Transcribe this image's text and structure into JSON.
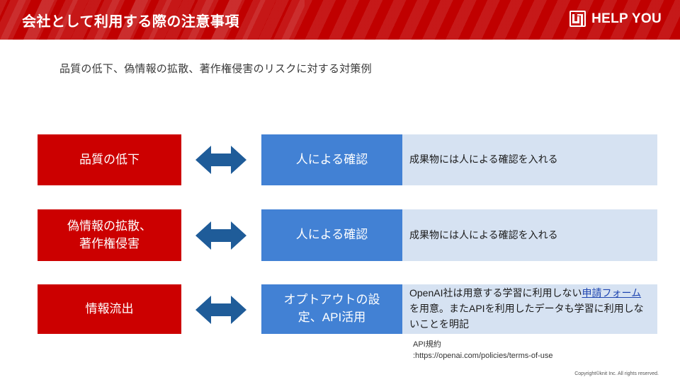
{
  "header": {
    "title": "会社として利用する際の注意事項",
    "brand": "HELP YOU",
    "logo_icon": "knit-logo-icon",
    "bg_color": "#c00000"
  },
  "subtitle": "品質の低下、偽情報の拡散、著作権侵害のリスクに対する対策例",
  "colors": {
    "risk": "#cc0000",
    "action": "#4281d4",
    "description": "#d6e2f2",
    "arrow": "#1f5c99",
    "link": "#1f45b0"
  },
  "rows": [
    {
      "risk": "品質の低下",
      "arrow_icon": "double-arrow-icon",
      "action": "人による確認",
      "description": "成果物には人による確認を入れる"
    },
    {
      "risk_line1": "偽情報の拡散、",
      "risk_line2": "著作権侵害",
      "arrow_icon": "double-arrow-icon",
      "action": "人による確認",
      "description": "成果物には人による確認を入れる"
    },
    {
      "risk": "情報流出",
      "arrow_icon": "double-arrow-icon",
      "action_line1": "オプトアウトの設",
      "action_line2": "定、API活用",
      "desc_part1": "OpenAI社は用意する学習に利用しない",
      "desc_link": "申請フォーム",
      "desc_part2": "を用意。またAPIを利用したデータも学習に利用しないことを明記"
    }
  ],
  "footnote": {
    "line1": "API規約",
    "line2": ":https://openai.com/policies/terms-of-use"
  },
  "copyright": "Copyright©knit Inc. All rights reserved."
}
